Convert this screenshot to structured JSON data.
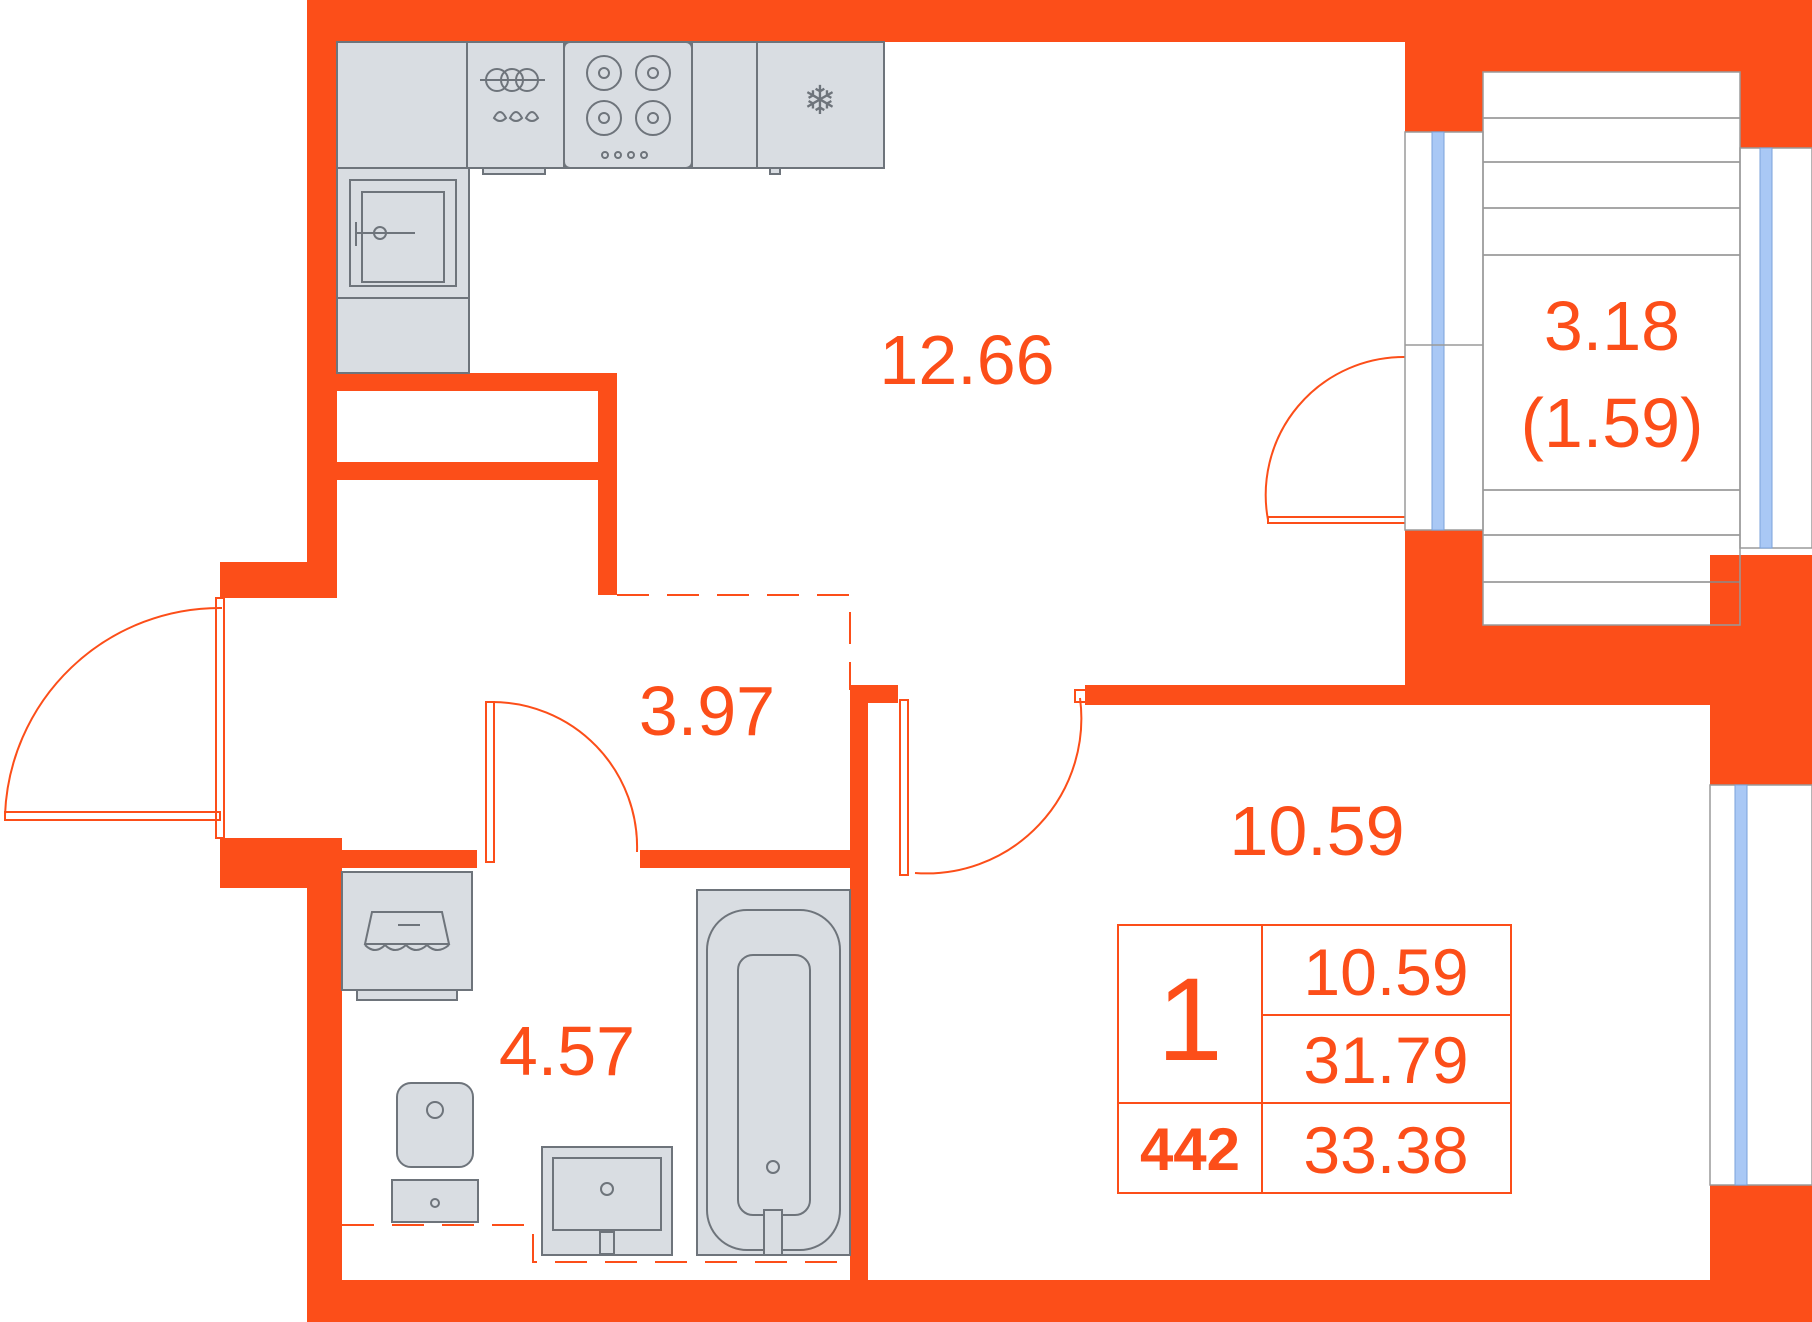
{
  "colors": {
    "wall": "#fc4e19",
    "fixture_fill": "#d9dde2",
    "fixture_stroke": "#6e747b",
    "window_glass": "#a9c8f5",
    "balcony_line": "#9a9a9a",
    "background": "#ffffff"
  },
  "rooms": {
    "kitchen_living": {
      "area": "12.66"
    },
    "balcony": {
      "area": "3.18",
      "reduced_area": "(1.59)"
    },
    "hallway": {
      "area": "3.97"
    },
    "bedroom": {
      "area": "10.59"
    },
    "bathroom": {
      "area": "4.57"
    }
  },
  "summary": {
    "rooms_count": "1",
    "apartment_number": "442",
    "living_area": "10.59",
    "total_area": "31.79",
    "total_area_with_balcony": "33.38"
  },
  "icons": [
    "dishwasher-icon",
    "cooktop-icon",
    "snowflake-icon",
    "oven-icon",
    "washing-machine-icon",
    "toilet-icon",
    "sink-icon",
    "bathtub-icon"
  ]
}
